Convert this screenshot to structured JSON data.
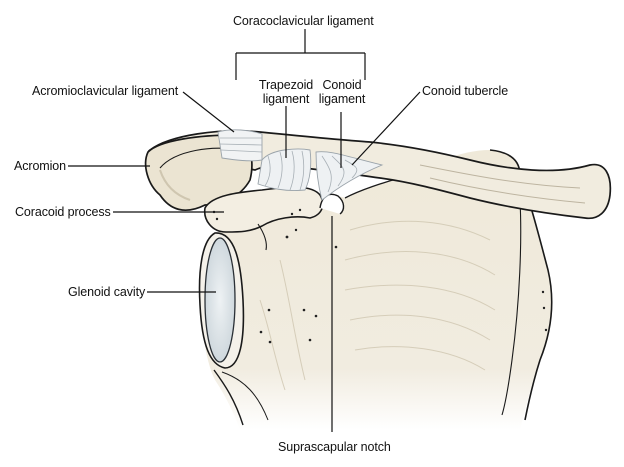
{
  "figure": {
    "title": "Coracoclavicular ligament",
    "subject": "Shoulder girdle: clavicle, scapula and coracoclavicular ligaments (anterior view)"
  },
  "labels": {
    "coracoclavicular": "Coracoclavicular ligament",
    "trapezoid_line1": "Trapezoid",
    "trapezoid_line2": "ligament",
    "conoid_line1": "Conoid",
    "conoid_line2": "ligament",
    "acromioclavicular": "Acromioclavicular ligament",
    "conoid_tubercle": "Conoid tubercle",
    "acromion": "Acromion",
    "coracoid_process": "Coracoid process",
    "glenoid_cavity": "Glenoid cavity",
    "suprascapular_notch": "Suprascapular notch"
  },
  "colors": {
    "bone_fill": "#efe9d9",
    "bone_shade": "#d9d1bd",
    "outline": "#1a1a1a",
    "cartilage": "#dfe6ea",
    "ligament": "#eef1f3",
    "ligament_stroke": "#9aa3aa",
    "leader": "#111111"
  }
}
